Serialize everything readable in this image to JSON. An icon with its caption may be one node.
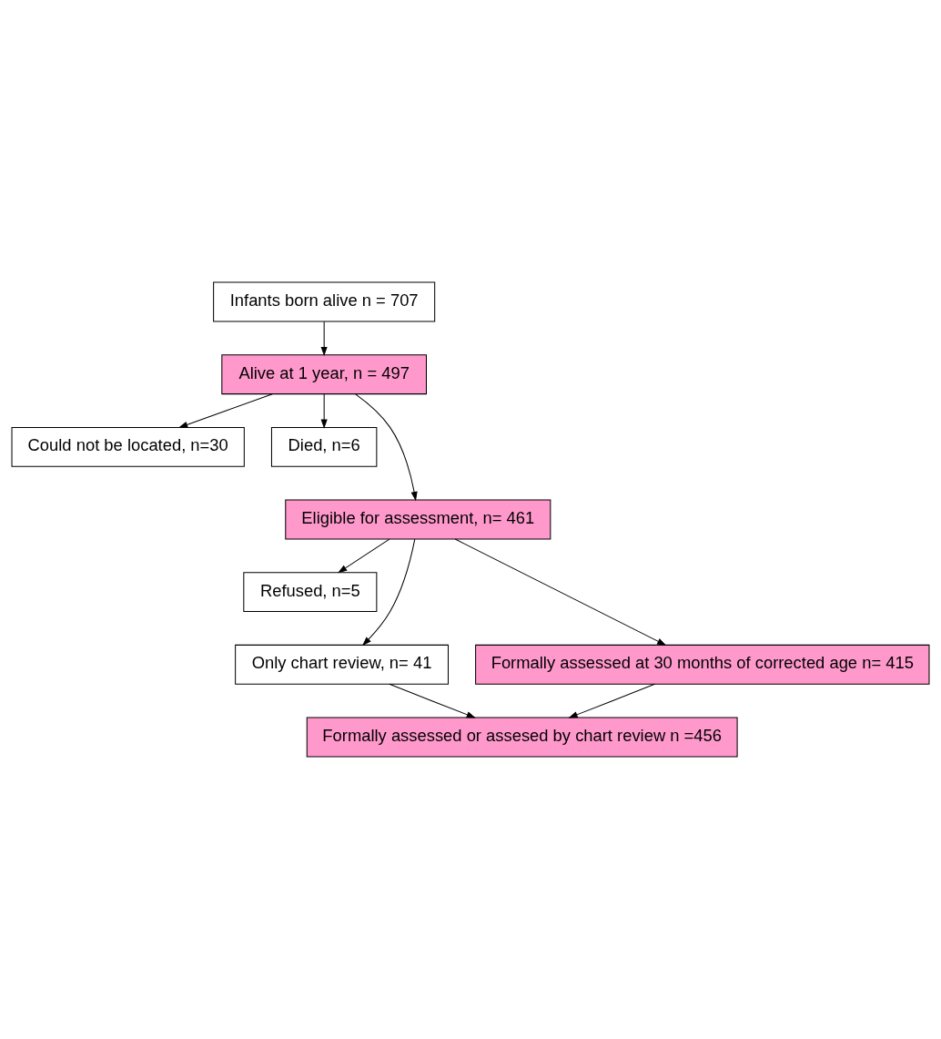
{
  "diagram": {
    "nodes": [
      {
        "text": [
          "Infants born alive n = 707"
        ]
      },
      {
        "text": [
          "Alive at 1 year, n = 497"
        ]
      },
      {
        "text": [
          "Could not be located, n=30"
        ]
      },
      {
        "text": [
          "Died, n=6"
        ]
      },
      {
        "text": [
          "Eligible for assessment, n= 461"
        ]
      },
      {
        "text": [
          "Refused, n=5"
        ]
      },
      {
        "text": [
          "Only chart review, n= 41"
        ]
      },
      {
        "text": [
          "Formally assessed at 30 months of corrected age n= 415"
        ]
      },
      {
        "text": [
          "Formally assessed or assesed by chart review n =456"
        ]
      }
    ],
    "edges": [
      {
        "from": 0,
        "to": 1,
        "arrow": "to"
      },
      {
        "from": 1,
        "to": 2,
        "arrow": "to"
      },
      {
        "from": 1,
        "to": 4,
        "arrow": "to"
      },
      {
        "from": 1,
        "to": 3,
        "arrow": "to"
      },
      {
        "from": 4,
        "to": 5,
        "arrow": "to"
      },
      {
        "from": 4,
        "to": 7,
        "arrow": "to"
      },
      {
        "from": 4,
        "to": 6,
        "arrow": "to"
      },
      {
        "from": 7,
        "to": 8,
        "arrow": "to"
      },
      {
        "from": 6,
        "to": 8,
        "arrow": "to"
      }
    ]
  }
}
